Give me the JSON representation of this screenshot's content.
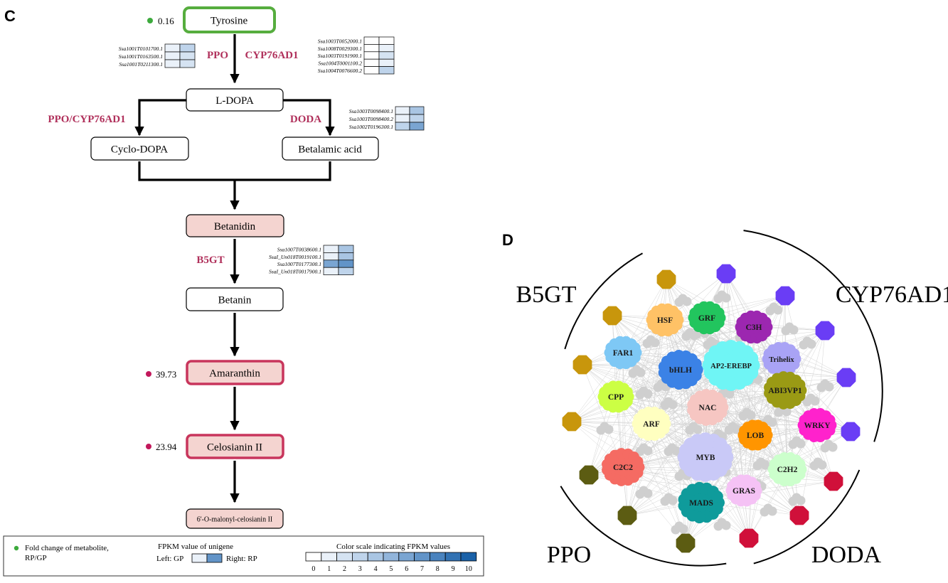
{
  "panel_c": {
    "letter": "C",
    "compounds": {
      "tyrosine": "Tyrosine",
      "ldopa": "L-DOPA",
      "cyclo_dopa": "Cyclo-DOPA",
      "betalamic": "Betalamic acid",
      "betanidin": "Betanidin",
      "betanin": "Betanin",
      "amaranthin": "Amaranthin",
      "celosianin": "Celosianin II",
      "malonyl": "6'-O-malonyl-celosianin II"
    },
    "fold_changes": {
      "tyrosine": "0.16",
      "amaranthin": "39.73",
      "celosianin": "23.94"
    },
    "fold_colors": {
      "up": "#c2185b",
      "down": "#3daa3d"
    },
    "enzymes": {
      "ppo": "PPO",
      "cyp": "CYP76AD1",
      "ppo_cyp": "PPO/CYP76AD1",
      "doda": "DODA",
      "b5gt": "B5GT"
    },
    "enzyme_color": "#b0305b",
    "gene_groups": {
      "ppo": {
        "genes": [
          "Ssa1001T0101700.1",
          "Ssa1001T0163500.1",
          "Ssa1001T0211300.1"
        ],
        "fpkm_levels": [
          [
            1,
            3
          ],
          [
            1,
            2
          ],
          [
            1,
            2
          ]
        ]
      },
      "cyp": {
        "genes": [
          "Ssa1003T0052000.1",
          "Ssa1008T0029300.1",
          "Ssa1003T0191900.1",
          "Ssa1004T0001100.2",
          "Ssa1004T0076600.2"
        ],
        "fpkm_levels": [
          [
            0,
            0
          ],
          [
            0,
            1
          ],
          [
            0,
            2
          ],
          [
            0,
            1
          ],
          [
            0,
            3
          ]
        ]
      },
      "doda": {
        "genes": [
          "Ssa1003T0098400.1",
          "Ssa1003T0098400.2",
          "Ssa1002T0196300.1"
        ],
        "fpkm_levels": [
          [
            1,
            4
          ],
          [
            1,
            3
          ],
          [
            3,
            6
          ]
        ]
      },
      "b5gt": {
        "genes": [
          "Ssa1007T0038600.1",
          "SsaI_Un018T0019100.1",
          "Ssa1007T0177300.1",
          "SsaI_Un018T0017900.1"
        ],
        "fpkm_levels": [
          [
            1,
            4
          ],
          [
            1,
            4
          ],
          [
            6,
            7
          ],
          [
            1,
            3
          ]
        ]
      }
    },
    "legend": {
      "metabolite_text_1": "Fold change of metabolite,",
      "metabolite_text_2": "RP/GP",
      "fpkm_title": "FPKM value of unigene",
      "left_label": "Left: GP",
      "right_label": "Right: RP",
      "scale_title": "Color scale indicating FPKM values",
      "scale_ticks": [
        "0",
        "1",
        "2",
        "3",
        "4",
        "5",
        "6",
        "7",
        "8",
        "9",
        "10"
      ],
      "scale_colors": [
        "#ffffff",
        "#eaf1f9",
        "#d5e3f2",
        "#bfd4eb",
        "#a9c5e3",
        "#92b5db",
        "#7aa5d2",
        "#6294c8",
        "#4a83be",
        "#3272b3",
        "#1a61a8"
      ]
    }
  },
  "panel_d": {
    "letter": "D",
    "group_labels": {
      "b5gt": "B5GT",
      "cyp": "CYP76AD1",
      "ppo": "PPO",
      "doda": "DODA"
    },
    "tf_families": [
      {
        "name": "HSF",
        "color": "#ffc266"
      },
      {
        "name": "GRF",
        "color": "#22c55e"
      },
      {
        "name": "C3H",
        "color": "#9c27b0"
      },
      {
        "name": "FAR1",
        "color": "#7ec8f5"
      },
      {
        "name": "bHLH",
        "color": "#3b82e6"
      },
      {
        "name": "AP2-EREBP",
        "color": "#6ff5f5"
      },
      {
        "name": "Trihelix",
        "color": "#a9a3f5"
      },
      {
        "name": "CPP",
        "color": "#ccff44"
      },
      {
        "name": "ABI3VP1",
        "color": "#9a9a14"
      },
      {
        "name": "NAC",
        "color": "#f6c6c2"
      },
      {
        "name": "WRKY",
        "color": "#ff22cc"
      },
      {
        "name": "ARF",
        "color": "#ffffc0"
      },
      {
        "name": "LOB",
        "color": "#ff9500"
      },
      {
        "name": "MYB",
        "color": "#c9c9f7"
      },
      {
        "name": "C2C2",
        "color": "#f56b63"
      },
      {
        "name": "C2H2",
        "color": "#ccffcc"
      },
      {
        "name": "GRAS",
        "color": "#f5c2f5"
      },
      {
        "name": "MADS",
        "color": "#0f9b9b"
      }
    ],
    "gene_node_colors": {
      "b5gt": "#c8960c",
      "cyp": "#6a3df5",
      "ppo": "#5c5c12",
      "doda": "#d0103a"
    },
    "edge_color": "#d4d4d4",
    "minor_node_color": "#cfcfcf"
  }
}
